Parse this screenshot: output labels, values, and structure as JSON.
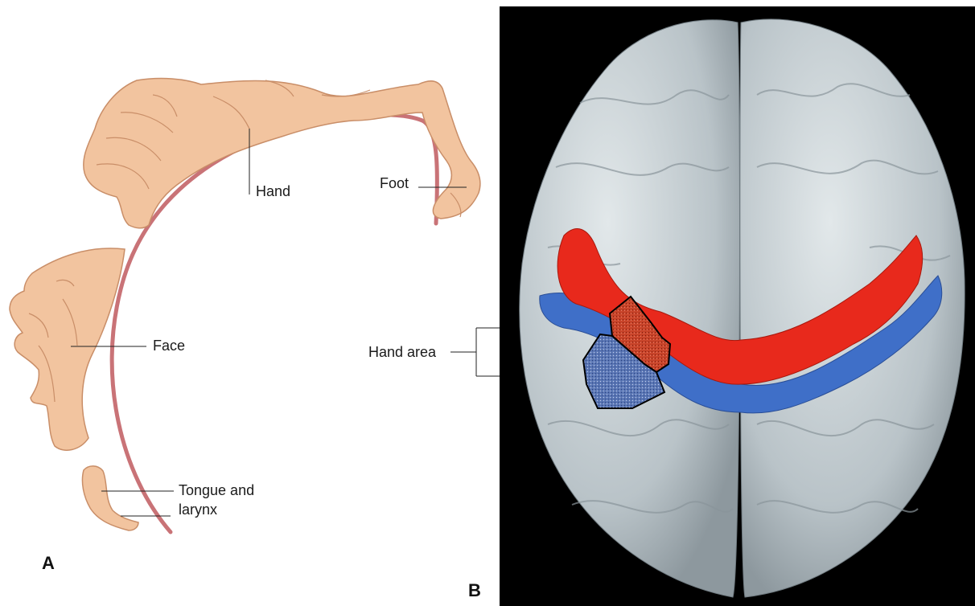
{
  "panel_a": {
    "letter": "A",
    "labels": {
      "hand": "Hand",
      "foot": "Foot",
      "face": "Face",
      "tongue_line1": "Tongue and",
      "tongue_line2": "larynx"
    }
  },
  "panel_b": {
    "letter": "B",
    "label": "Hand area"
  },
  "colors": {
    "body_fill": "#f2c49f",
    "body_stroke": "#c98e68",
    "arc": "#c97377",
    "brain": "#c4ccd0",
    "background_b": "#000000",
    "motor_strip": "#e8291c",
    "sensory_strip": "#3f6fc8",
    "hand_motor": "#c8442a",
    "hand_sensory": "#5b77b5"
  }
}
